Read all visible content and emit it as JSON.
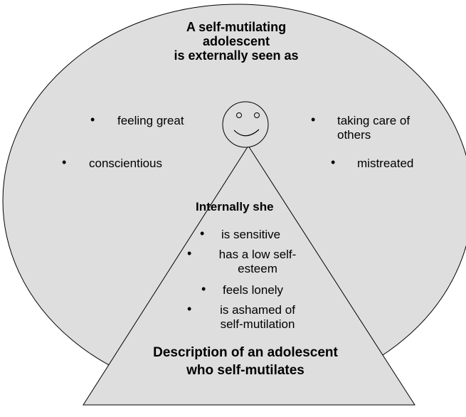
{
  "colors": {
    "fill": "#dedede",
    "stroke": "#000000"
  },
  "title": {
    "line1": "A self-mutilating",
    "line2": "adolescent",
    "line3": "is externally seen as"
  },
  "external": {
    "feeling_great": "feeling great",
    "conscientious": "conscientious",
    "taking_care_line1": "taking care of",
    "taking_care_line2": "others",
    "mistreated": "mistreated"
  },
  "internal": {
    "heading": "Internally she",
    "sensitive": "is sensitive",
    "low_self_line1": "has a low self-",
    "low_self_line2": "esteem",
    "lonely": "feels lonely",
    "ashamed_line1": "is ashamed of",
    "ashamed_line2": "self-mutilation"
  },
  "caption": {
    "line1": "Description of an adolescent",
    "line2": "who self-mutilates"
  },
  "bullet_glyph": "•"
}
